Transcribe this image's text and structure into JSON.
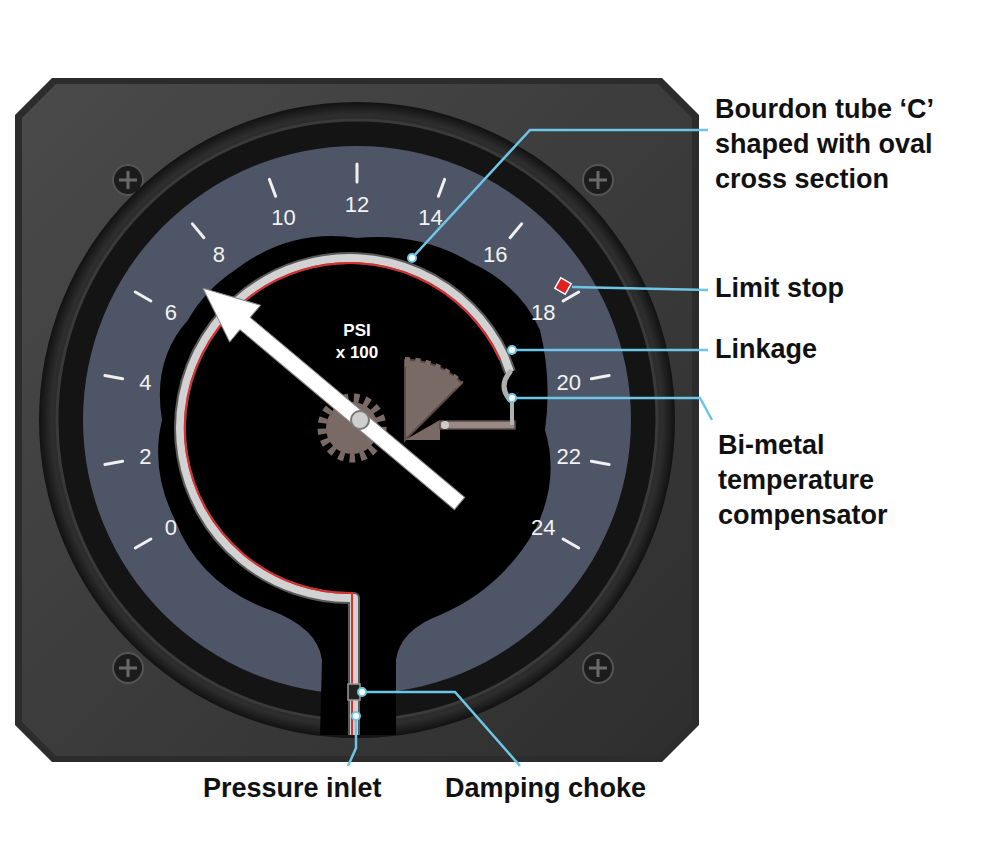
{
  "diagram": {
    "labels": [
      "0",
      "2",
      "4",
      "6",
      "8",
      "10",
      "12",
      "14",
      "16",
      "18",
      "20",
      "22",
      "24",
      "PSI",
      "x 100",
      "Bourdon tube ‘C’ shaped with oval cross section",
      "Limit stop",
      "Linkage",
      "Bi-metal temperature compensator",
      "Pressure inlet",
      "Damping choke"
    ]
  }
}
